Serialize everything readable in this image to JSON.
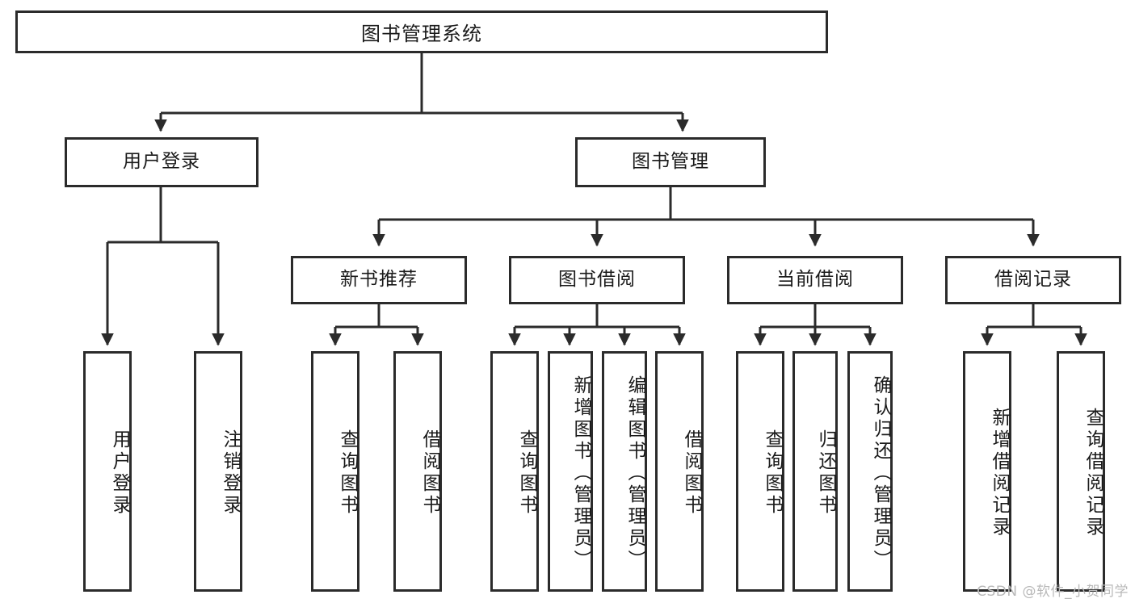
{
  "diagram": {
    "title": "图书管理系统",
    "type": "tree-hierarchy",
    "watermark": "CSDN @软件_小贺同学",
    "colors": {
      "border": "#2b2b2b",
      "background": "#ffffff",
      "text": "#1a1a1a",
      "watermark": "#b9b9b9",
      "connector": "#2b2b2b"
    },
    "levels": {
      "root": {
        "label": "图书管理系统"
      },
      "level2": [
        {
          "label": "用户登录"
        },
        {
          "label": "图书管理"
        }
      ],
      "level3": [
        {
          "label": "新书推荐"
        },
        {
          "label": "图书借阅"
        },
        {
          "label": "当前借阅"
        },
        {
          "label": "借阅记录"
        }
      ],
      "leaves": {
        "user_login": [
          {
            "label": "用户登录"
          },
          {
            "label": "注销登录"
          }
        ],
        "new_book_recommend": [
          {
            "label": "查询图书"
          },
          {
            "label": "借阅图书"
          }
        ],
        "book_borrow": [
          {
            "label": "查询图书"
          },
          {
            "label": "新增图书（管理员）"
          },
          {
            "label": "编辑图书（管理员）"
          },
          {
            "label": "借阅图书"
          }
        ],
        "current_borrow": [
          {
            "label": "查询图书"
          },
          {
            "label": "归还图书"
          },
          {
            "label": "确认归还（管理员）"
          }
        ],
        "borrow_records": [
          {
            "label": "新增借阅记录"
          },
          {
            "label": "查询借阅记录"
          }
        ]
      }
    }
  }
}
